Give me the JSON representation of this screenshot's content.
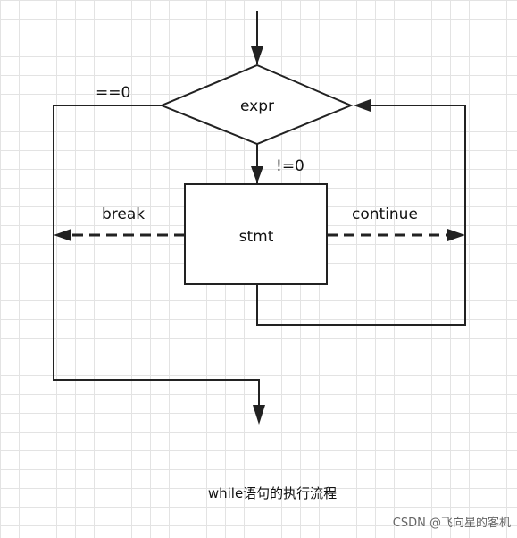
{
  "diagram": {
    "decision_label": "expr",
    "statement_label": "stmt",
    "edge_labels": {
      "false_branch": "==0",
      "true_branch": "!=0",
      "break": "break",
      "continue": "continue"
    },
    "caption": "while语句的执行流程"
  },
  "watermark": "CSDN @飞向星的客机",
  "colors": {
    "stroke": "#222222",
    "grid": "#e3e3e3",
    "background": "#ffffff"
  }
}
